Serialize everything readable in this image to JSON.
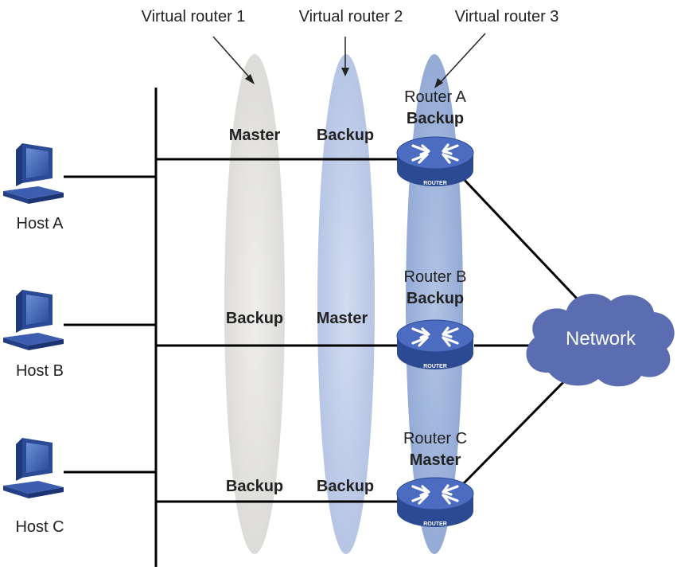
{
  "virtual_routers": [
    {
      "label": "Virtual router 1",
      "color": "#e7e6e4"
    },
    {
      "label": "Virtual router 2",
      "color": "#c4d0ea"
    },
    {
      "label": "Virtual router 3",
      "color": "#a3b8dd"
    }
  ],
  "routers": [
    {
      "name": "Router A",
      "role": "Backup",
      "vr1_role": "Master",
      "vr2_role": "Backup",
      "badge": "ROUTER"
    },
    {
      "name": "Router B",
      "role": "Backup",
      "vr1_role": "Backup",
      "vr2_role": "Master",
      "badge": "ROUTER"
    },
    {
      "name": "Router C",
      "role": "Master",
      "vr1_role": "Backup",
      "vr2_role": "Backup",
      "badge": "ROUTER"
    }
  ],
  "hosts": [
    {
      "label": "Host A"
    },
    {
      "label": "Host B"
    },
    {
      "label": "Host C"
    }
  ],
  "network": {
    "label": "Network",
    "color": "#5a6db0"
  },
  "colors": {
    "router_body": "#3a5aa8",
    "router_top": "#4d6fc0",
    "host": "#3a5aa8"
  }
}
